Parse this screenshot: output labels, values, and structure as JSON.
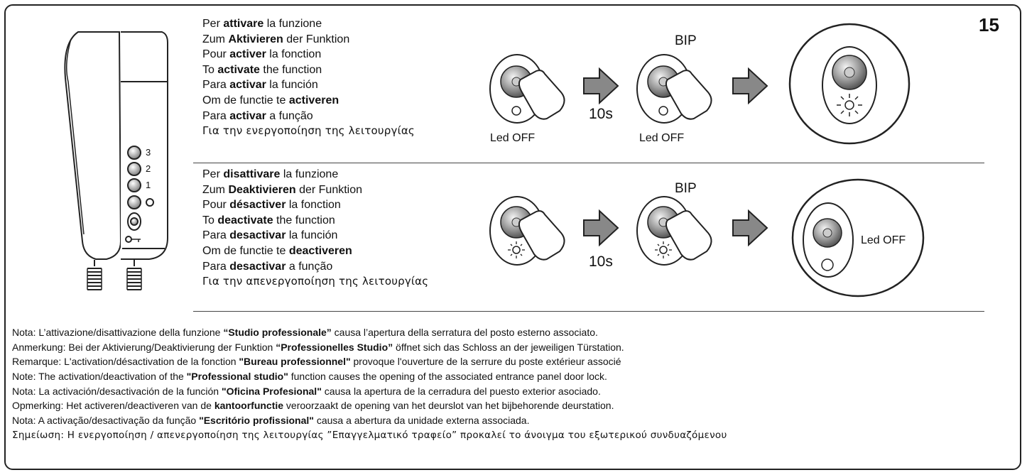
{
  "page_number": "15",
  "activate": {
    "lines": [
      {
        "pre": "Per ",
        "bold": "attivare",
        "post": " la funzione"
      },
      {
        "pre": "Zum ",
        "bold": "Aktivieren",
        "post": " der Funktion"
      },
      {
        "pre": "Pour ",
        "bold": "activer",
        "post": " la fonction"
      },
      {
        "pre": "To ",
        "bold": "activate",
        "post": " the function"
      },
      {
        "pre": "Para ",
        "bold": "activar",
        "post": " la función"
      },
      {
        "pre": "Om de functie te ",
        "bold": "activeren",
        "post": ""
      },
      {
        "pre": "Para ",
        "bold": "activar",
        "post": " a função"
      },
      {
        "pre": "Για την ενεργοποίηση της λειτουργίας",
        "bold": "",
        "post": ""
      }
    ],
    "led_label_1": "Led OFF",
    "led_label_2": "Led OFF",
    "bip": "BIP",
    "duration": "10s"
  },
  "deactivate": {
    "lines": [
      {
        "pre": "Per ",
        "bold": "disattivare",
        "post": " la funzione"
      },
      {
        "pre": "Zum ",
        "bold": "Deaktivieren",
        "post": " der Funktion"
      },
      {
        "pre": "Pour ",
        "bold": "désactiver",
        "post": " la fonction"
      },
      {
        "pre": "To ",
        "bold": "deactivate",
        "post": " the function"
      },
      {
        "pre": "Para ",
        "bold": "desactivar",
        "post": " la función"
      },
      {
        "pre": "Om de functie te ",
        "bold": "deactiveren",
        "post": ""
      },
      {
        "pre": "Para ",
        "bold": "desactivar",
        "post": " a função"
      },
      {
        "pre": "Για την απενεργοποίηση της λειτουργίας",
        "bold": "",
        "post": ""
      }
    ],
    "bip": "BIP",
    "duration": "10s",
    "result_label": "Led OFF"
  },
  "handset_buttons": {
    "b3": "3",
    "b2": "2",
    "b1": "1"
  },
  "notes": [
    {
      "pre": "Nota: L’attivazione/disattivazione della funzione ",
      "bold": "“Studio professionale”",
      "post": " causa l’apertura della serratura del posto esterno associato."
    },
    {
      "pre": "Anmerkung: Bei der Aktivierung/Deaktivierung der Funktion ",
      "bold": "“Professionelles Studio”",
      "post": " öffnet sich das Schloss an der jeweiligen Türstation."
    },
    {
      "pre": "Remarque: L'activation/désactivation de la fonction ",
      "bold": "\"Bureau professionnel\"",
      "post": " provoque l'ouverture de la serrure du poste extérieur associé"
    },
    {
      "pre": "Note: The activation/deactivation of the ",
      "bold": "\"Professional studio\"",
      "post": " function causes the opening of the associated entrance panel door lock."
    },
    {
      "pre": "Nota: La activación/desactivación de la función ",
      "bold": "\"Oficina Profesional\"",
      "post": " causa la apertura de la cerradura del puesto exterior asociado."
    },
    {
      "pre": "Opmerking: Het activeren/deactiveren van de ",
      "bold": "kantoorfunctie",
      "post": " veroorzaakt de opening van het deurslot van het bijbehorende deurstation."
    },
    {
      "pre": "Nota: A activação/desactivação da função ",
      "bold": "\"Escritório profissional\"",
      "post": " causa a abertura da unidade externa associada."
    },
    {
      "pre": "Σημείωση: Η ενεργοποίηση / απενεργοποίηση της λειτουργίας  ”Επαγγελματικό τραφείο”  προκαλεί το άνοιγμα του εξωτερικού συνδυαζόμενου",
      "bold": "",
      "post": ""
    }
  ]
}
